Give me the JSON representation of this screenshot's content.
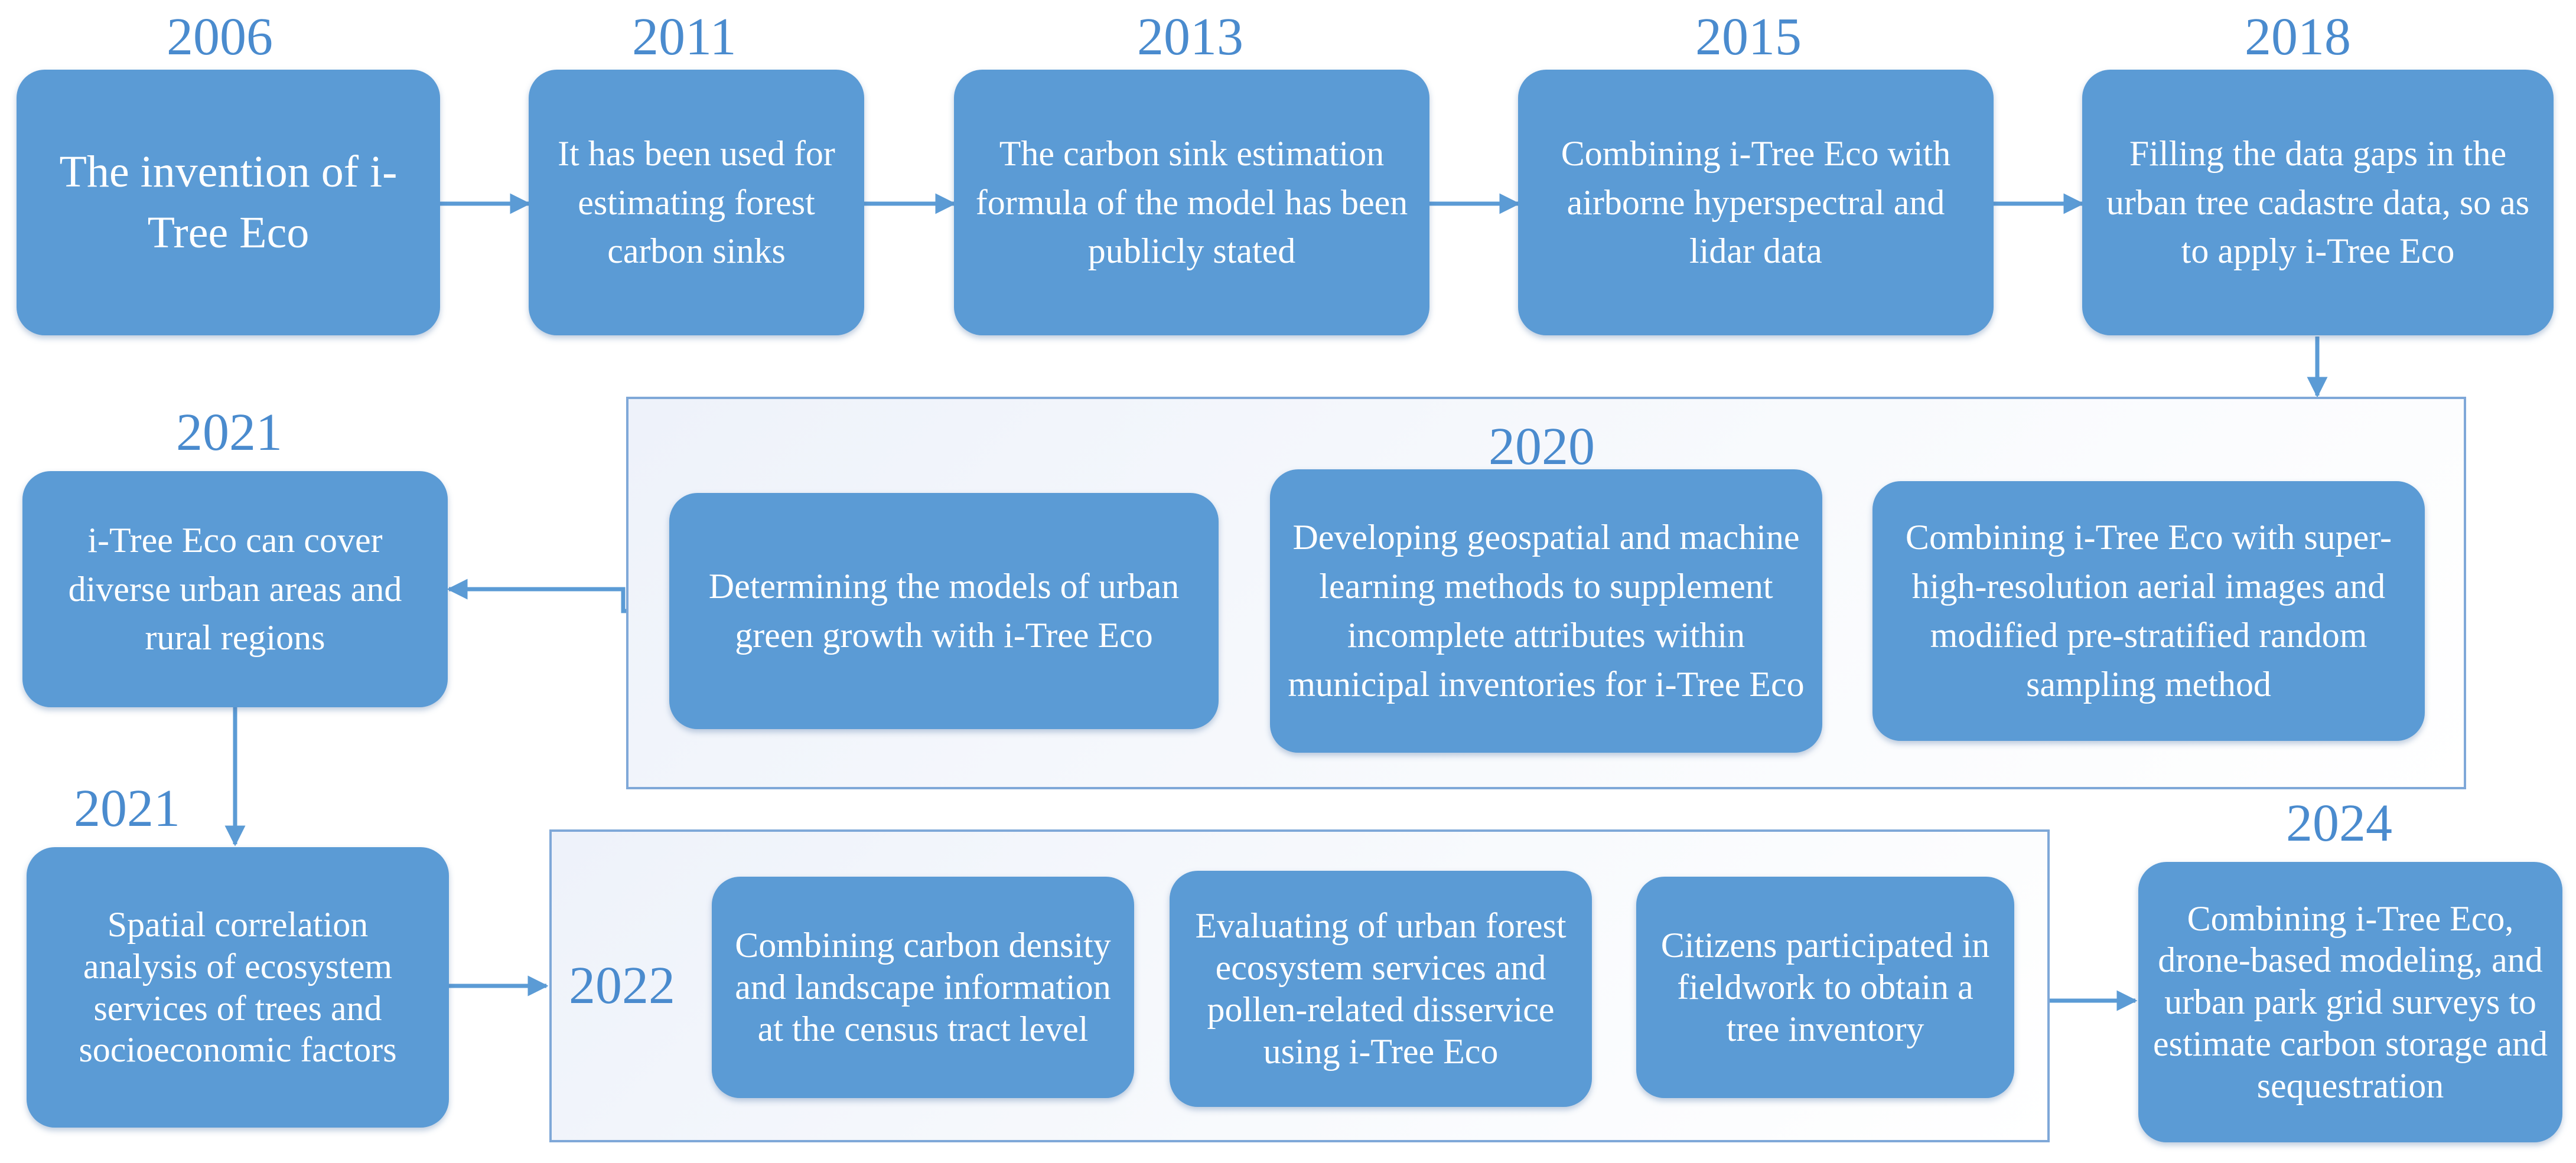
{
  "colors": {
    "box_fill": "#5B9BD5",
    "box_text": "#ffffff",
    "year_text": "#4A8BCE",
    "connector": "#5B9BD5",
    "group_border": "#7FA8D8"
  },
  "milestones": [
    {
      "year": "2006",
      "text": "The invention of i-Tree Eco"
    },
    {
      "year": "2011",
      "text": "It has been used for estimating forest carbon sinks"
    },
    {
      "year": "2013",
      "text": "The carbon sink estimation formula of the model has been publicly stated"
    },
    {
      "year": "2015",
      "text": "Combining i-Tree Eco with airborne hyperspectral and lidar data"
    },
    {
      "year": "2018",
      "text": "Filling the data gaps in the urban tree cadastre data,  so as to apply i-Tree Eco"
    }
  ],
  "group_2020": {
    "year": "2020",
    "items": [
      {
        "text": "Determining the models of urban green growth with i-Tree Eco"
      },
      {
        "text": "Developing geospatial and machine learning methods to supplement incomplete attributes within municipal inventories for i-Tree Eco"
      },
      {
        "text": "Combining i-Tree Eco with super-high-resolution aerial images and modified pre-stratified random sampling method"
      }
    ]
  },
  "milestone_2021a": {
    "year": "2021",
    "text": "i-Tree Eco can cover diverse urban areas and rural regions"
  },
  "milestone_2021b": {
    "year": "2021",
    "text": "Spatial correlation analysis of ecosystem services of trees and socioeconomic factors"
  },
  "group_2022": {
    "year": "2022",
    "items": [
      {
        "text": "Combining carbon density and landscape information at the census tract level"
      },
      {
        "text": "Evaluating of urban forest ecosystem services and pollen-related disservice using i-Tree Eco"
      },
      {
        "text": "Citizens participated in fieldwork to obtain a tree inventory"
      }
    ]
  },
  "milestone_2024": {
    "year": "2024",
    "text": "Combining i-Tree Eco, drone-based modeling, and urban park grid surveys to estimate carbon storage and sequestration"
  }
}
